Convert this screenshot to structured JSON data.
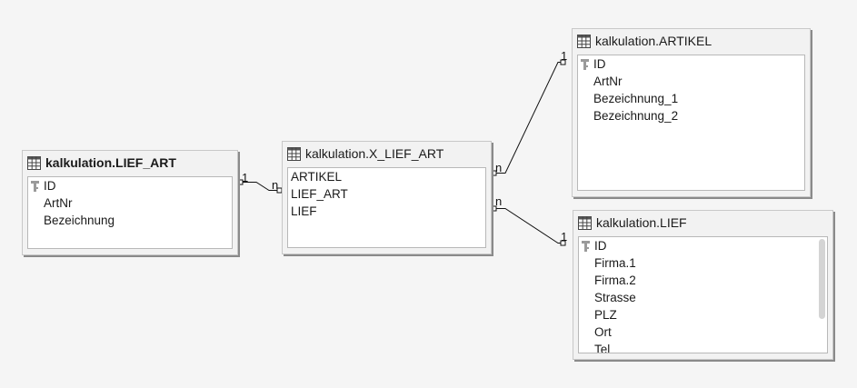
{
  "tables": {
    "lief_art": {
      "title": "kalkulation.LIEF_ART",
      "fields": [
        "ID",
        "ArtNr",
        "Bezeichnung"
      ]
    },
    "x_lief_art": {
      "title": "kalkulation.X_LIEF_ART",
      "fields": [
        "ARTIKEL",
        "LIEF_ART",
        "LIEF"
      ]
    },
    "artikel": {
      "title": "kalkulation.ARTIKEL",
      "fields": [
        "ID",
        "ArtNr",
        "Bezeichnung_1",
        "Bezeichnung_2"
      ]
    },
    "lief": {
      "title": "kalkulation.LIEF",
      "fields": [
        "ID",
        "Firma.1",
        "Firma.2",
        "Strasse",
        "PLZ",
        "Ort",
        "Tel"
      ]
    }
  },
  "relations": {
    "lief_art_to_x": {
      "one": "1",
      "many": "n"
    },
    "x_to_artikel": {
      "many": "n",
      "one": "1"
    },
    "x_to_lief": {
      "many": "n",
      "one": "1"
    }
  }
}
